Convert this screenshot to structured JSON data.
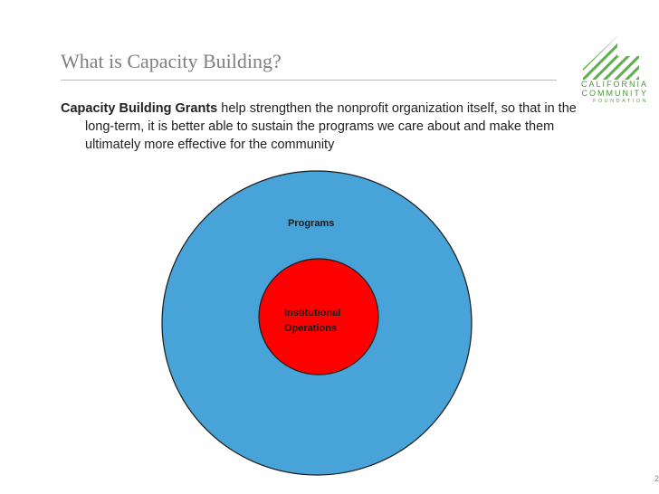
{
  "slide": {
    "title": "What is Capacity Building?",
    "body_bold": "Capacity Building Grants",
    "body_rest": " help strengthen the nonprofit organization itself, so that in the long-term, it is better able to sustain the programs we care about and make them ultimately more effective for the community",
    "page_number": "2"
  },
  "logo": {
    "line1": "CALIFORNIA",
    "line2": "COMMUNITY",
    "line3": "FOUNDATION",
    "icon": "ccf-striped-logo-icon",
    "color": "#4a9a3a"
  },
  "diagram": {
    "outer_label": "Programs",
    "inner_label_line1": "Institutional",
    "inner_label_line2": "Operations",
    "outer_color": "#47a3d8",
    "inner_color": "#ff0000"
  }
}
